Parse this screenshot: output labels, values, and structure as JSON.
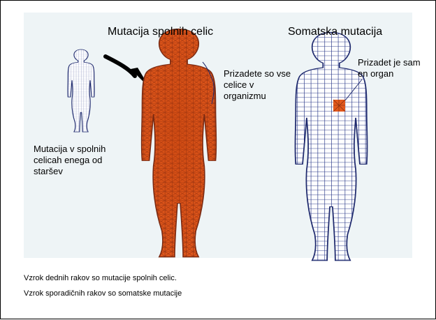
{
  "titles": {
    "germline": "Mutacija spolnih celic",
    "somatic": "Somatska mutacija"
  },
  "notes": {
    "parent": "Mutacija v spolnih\ncelicah enega od\nstaršev",
    "all_cells": "Prizadete so vse\ncelice v\norganizmu",
    "one_organ": "Prizadet je sam\nen organ"
  },
  "captions": [
    "Vzrok dednih rakov so mutacije spolnih celic.",
    "Vzrok sporadičnih rakov so somatske mutacije"
  ],
  "colors": {
    "affected": "#e2581c",
    "affected_dark": "#b8320a",
    "outline": "#1f2a6e",
    "grid": "#2c3a8a",
    "panel": "#eef4f6"
  }
}
